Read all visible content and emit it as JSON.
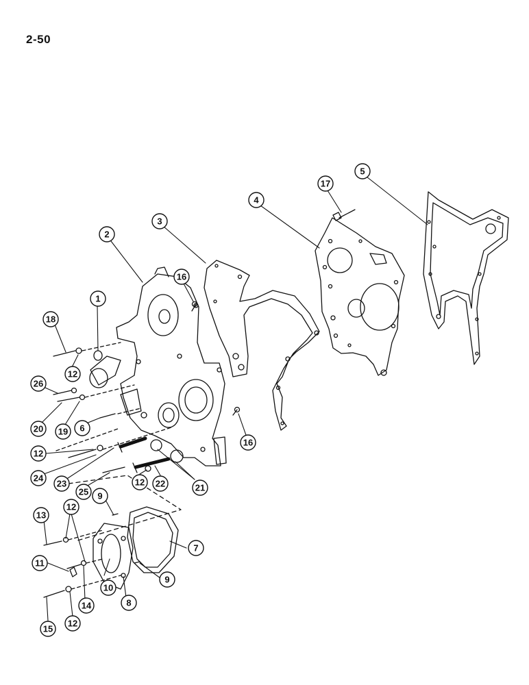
{
  "page": {
    "number": "2-50"
  },
  "callouts": [
    {
      "id": "c1",
      "label": "1"
    },
    {
      "id": "c2",
      "label": "2"
    },
    {
      "id": "c3",
      "label": "3"
    },
    {
      "id": "c4",
      "label": "4"
    },
    {
      "id": "c5",
      "label": "5"
    },
    {
      "id": "c17",
      "label": "17"
    },
    {
      "id": "c16a",
      "label": "16"
    },
    {
      "id": "c16b",
      "label": "16"
    },
    {
      "id": "c18",
      "label": "18"
    },
    {
      "id": "c12a",
      "label": "12"
    },
    {
      "id": "c26",
      "label": "26"
    },
    {
      "id": "c20",
      "label": "20"
    },
    {
      "id": "c19",
      "label": "19"
    },
    {
      "id": "c6",
      "label": "6"
    },
    {
      "id": "c12b",
      "label": "12"
    },
    {
      "id": "c24",
      "label": "24"
    },
    {
      "id": "c23",
      "label": "23"
    },
    {
      "id": "c25",
      "label": "25"
    },
    {
      "id": "c12c",
      "label": "12"
    },
    {
      "id": "c22",
      "label": "22"
    },
    {
      "id": "c21",
      "label": "21"
    },
    {
      "id": "c9a",
      "label": "9"
    },
    {
      "id": "c13",
      "label": "13"
    },
    {
      "id": "c12d",
      "label": "12"
    },
    {
      "id": "c7",
      "label": "7"
    },
    {
      "id": "c11",
      "label": "11"
    },
    {
      "id": "c10",
      "label": "10"
    },
    {
      "id": "c9b",
      "label": "9"
    },
    {
      "id": "c14",
      "label": "14"
    },
    {
      "id": "c8",
      "label": "8"
    },
    {
      "id": "c15",
      "label": "15"
    },
    {
      "id": "c12e",
      "label": "12"
    }
  ]
}
